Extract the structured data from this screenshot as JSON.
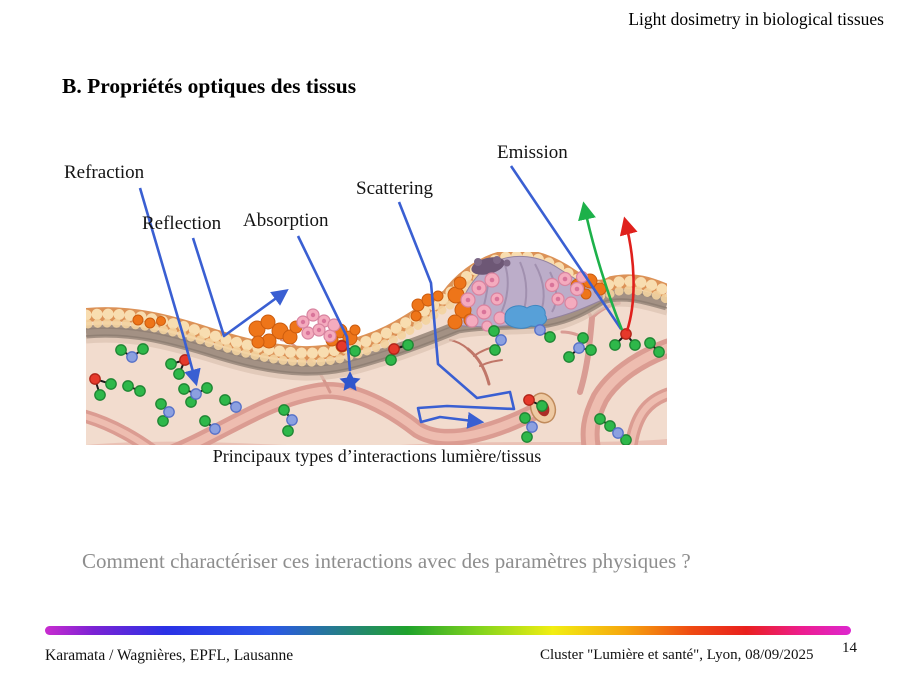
{
  "header": {
    "course_title": "Light dosimetry in biological tissues"
  },
  "slide": {
    "title": "B. Propriétés optiques des tissus",
    "question": "Comment charactériser ces interactions avec des paramètres physiques ?"
  },
  "diagram": {
    "labels": {
      "refraction": "Refraction",
      "reflection": "Reflection",
      "absorption": "Absorption",
      "scattering": "Scattering",
      "emission": "Emission"
    },
    "caption": "Principaux types d’interactions lumière/tissus"
  },
  "footer": {
    "authors": "Karamata / Wagnières, EPFL, Lausanne",
    "event": "Cluster \"Lumière et santé\", Lyon, 08/09/2025",
    "page_number": "14"
  },
  "colors": {
    "pointer_blue": "#3a5fd2",
    "emission_green": "#1db14a",
    "emission_red": "#e0201c",
    "question_gray": "#8e8e8e",
    "rainbow_bar": [
      "#c92ccf",
      "#2a31e6",
      "#1fa32b",
      "#f2ee12",
      "#ef4c12",
      "#ed1d90"
    ]
  }
}
